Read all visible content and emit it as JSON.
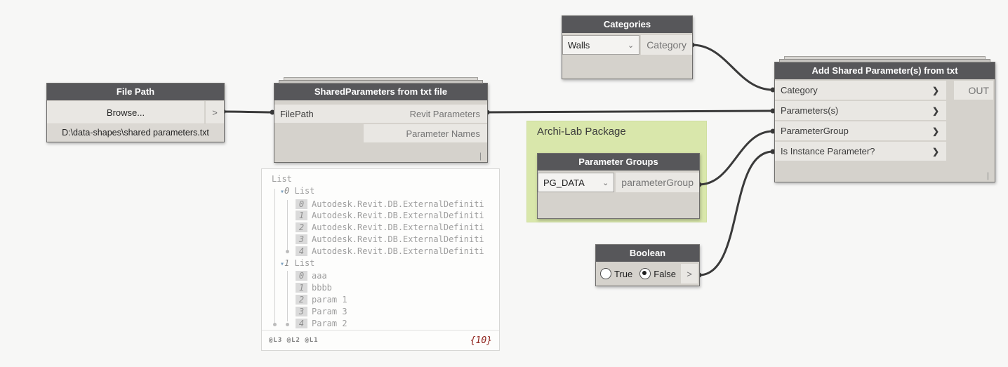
{
  "colors": {
    "node_header": "#57575a",
    "node_body": "#d5d2cc",
    "port_bg": "#e9e7e3",
    "group_bg": "#d9e7ab",
    "wire": "#3a3a3a",
    "preview_count_red": "#8e211a"
  },
  "nodes": {
    "file_path": {
      "title": "File Path",
      "browse_label": "Browse...",
      "path_value": "D:\\data-shapes\\shared parameters.txt",
      "output_port": ">"
    },
    "shared_parameters": {
      "title": "SharedParameters from txt file",
      "input": "FilePath",
      "input_arrow": "❯",
      "outputs": [
        "Revit Parameters",
        "Parameter Names"
      ],
      "preview_pin": "|"
    },
    "categories": {
      "title": "Categories",
      "dropdown_value": "Walls",
      "dropdown_chevron": "⌄",
      "output": "Category"
    },
    "parameter_groups": {
      "title": "Parameter Groups",
      "dropdown_value": "PG_DATA",
      "dropdown_chevron": "⌄",
      "output": "parameterGroup"
    },
    "boolean": {
      "title": "Boolean",
      "option_true": "True",
      "option_false": "False",
      "selected": "False",
      "output_port": ">"
    },
    "add_shared_parameter": {
      "title": "Add Shared Parameter(s) from txt",
      "inputs": [
        "Category",
        "Parameters(s)",
        "ParameterGroup",
        "Is Instance Parameter?"
      ],
      "input_arrow": "❯",
      "output": "OUT",
      "preview_pin": "|"
    }
  },
  "group": {
    "title": "Archi-Lab Package"
  },
  "preview": {
    "root_label": "List",
    "tri": "▾",
    "sublists": [
      {
        "index": "0",
        "label": "List",
        "items": [
          {
            "i": "0",
            "v": "Autodesk.Revit.DB.ExternalDefiniti"
          },
          {
            "i": "1",
            "v": "Autodesk.Revit.DB.ExternalDefiniti"
          },
          {
            "i": "2",
            "v": "Autodesk.Revit.DB.ExternalDefiniti"
          },
          {
            "i": "3",
            "v": "Autodesk.Revit.DB.ExternalDefiniti"
          },
          {
            "i": "4",
            "v": "Autodesk.Revit.DB.ExternalDefiniti"
          }
        ]
      },
      {
        "index": "1",
        "label": "List",
        "items": [
          {
            "i": "0",
            "v": "aaa"
          },
          {
            "i": "1",
            "v": "bbbb"
          },
          {
            "i": "2",
            "v": "param 1"
          },
          {
            "i": "3",
            "v": "Param 3"
          },
          {
            "i": "4",
            "v": "Param 2"
          }
        ]
      }
    ],
    "lacing": "@L3 @L2 @L1",
    "count": "{10}"
  }
}
